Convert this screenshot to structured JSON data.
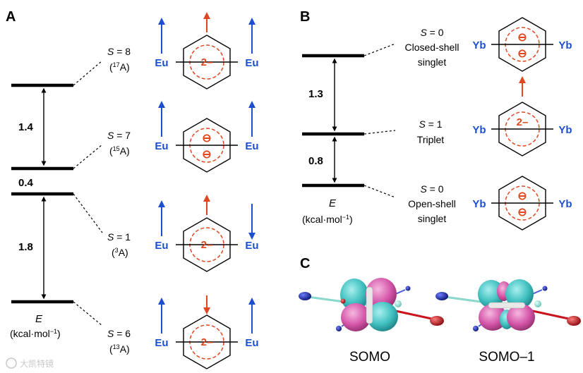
{
  "panels": {
    "a": {
      "label": "A"
    },
    "b": {
      "label": "B"
    },
    "c": {
      "label": "C"
    }
  },
  "panel_a": {
    "axis_label": "E",
    "axis_unit": "(kcal·mol",
    "axis_unit_sup": "−1",
    "axis_unit_close": ")",
    "gaps": [
      "1.4",
      "0.4",
      "1.8"
    ],
    "states": [
      {
        "s_label": "S",
        "s_value": " = 8",
        "term_open": "(",
        "term_sup": "17",
        "term_close": "A)"
      },
      {
        "s_label": "S",
        "s_value": " = 7",
        "term_open": "(",
        "term_sup": "15",
        "term_close": "A)"
      },
      {
        "s_label": "S",
        "s_value": " = 1",
        "term_open": "(",
        "term_sup": "3",
        "term_close": "A)"
      },
      {
        "s_label": "S",
        "s_value": " = 6",
        "term_open": "(",
        "term_sup": "13",
        "term_close": "A)"
      }
    ],
    "metal": "Eu",
    "charge_label": "2–",
    "radical_minus": "⊖"
  },
  "panel_b": {
    "axis_label": "E",
    "axis_unit": "(kcal·mol",
    "axis_unit_sup": "−1",
    "axis_unit_close": ")",
    "gaps": [
      "1.3",
      "0.8"
    ],
    "states": [
      {
        "s_label": "S",
        "s_value": " = 0",
        "line1": "Closed-shell",
        "line2": "singlet"
      },
      {
        "s_label": "S",
        "s_value": " = 1",
        "line1": "Triplet",
        "line2": ""
      },
      {
        "s_label": "S",
        "s_value": " = 0",
        "line1": "Open-shell",
        "line2": "singlet"
      }
    ],
    "metal": "Yb",
    "charge_label": "2–",
    "radical_minus": "⊖"
  },
  "panel_c": {
    "orbitals": [
      "SOMO",
      "SOMO–1"
    ]
  },
  "watermark": "大凯特镜",
  "colors": {
    "spin_blue": "#1c4fcf",
    "spin_red": "#e0471f",
    "lobe_teal": "#3fbfbf",
    "lobe_pink": "#d455a8",
    "atom_blue": "#1420a8",
    "atom_red": "#c8141e"
  }
}
